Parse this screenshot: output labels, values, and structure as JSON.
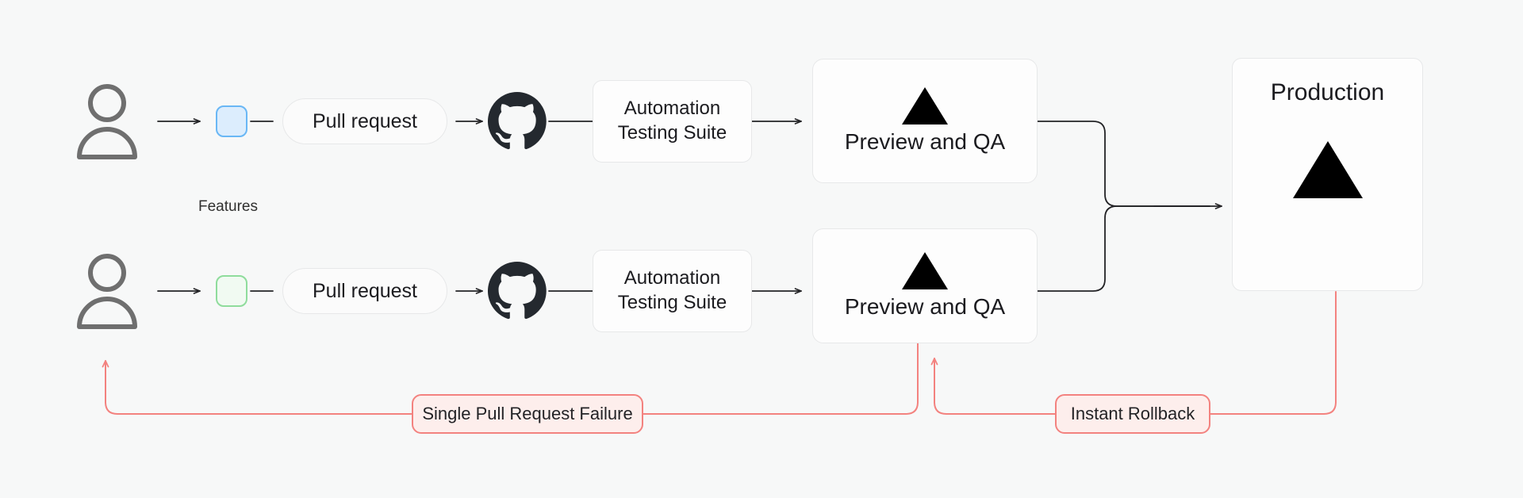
{
  "diagram": {
    "title": "Preview and QA deployment pipeline",
    "background_color": "#f7f8f8",
    "accent_error_color": "#f3827f",
    "accent_blue_color": "#69b7f5",
    "accent_green_color": "#8fdc9c"
  },
  "caption": {
    "features": "Features"
  },
  "rows": [
    {
      "id": "feature-branch-top",
      "chip_color": "#69b7f5",
      "pull_request_label": "Pull request",
      "vcs_icon": "github-icon",
      "testing_label_line1": "Automation",
      "testing_label_line2": "Testing Suite",
      "preview_label": "Preview and QA",
      "preview_icon": "vercel-triangle-icon"
    },
    {
      "id": "feature-branch-bottom",
      "chip_color": "#8fdc9c",
      "pull_request_label": "Pull request",
      "vcs_icon": "github-icon",
      "testing_label_line1": "Automation",
      "testing_label_line2": "Testing Suite",
      "preview_label": "Preview and QA",
      "preview_icon": "vercel-triangle-icon"
    }
  ],
  "production": {
    "label": "Production",
    "icon": "vercel-triangle-icon"
  },
  "annotations": [
    {
      "id": "failure",
      "label": "Single Pull Request Failure"
    },
    {
      "id": "rollback",
      "label": "Instant Rollback"
    }
  ],
  "icons": {
    "person": "person-icon",
    "github": "github-icon",
    "vercel": "vercel-triangle-icon",
    "arrow": "arrow-right-icon"
  }
}
